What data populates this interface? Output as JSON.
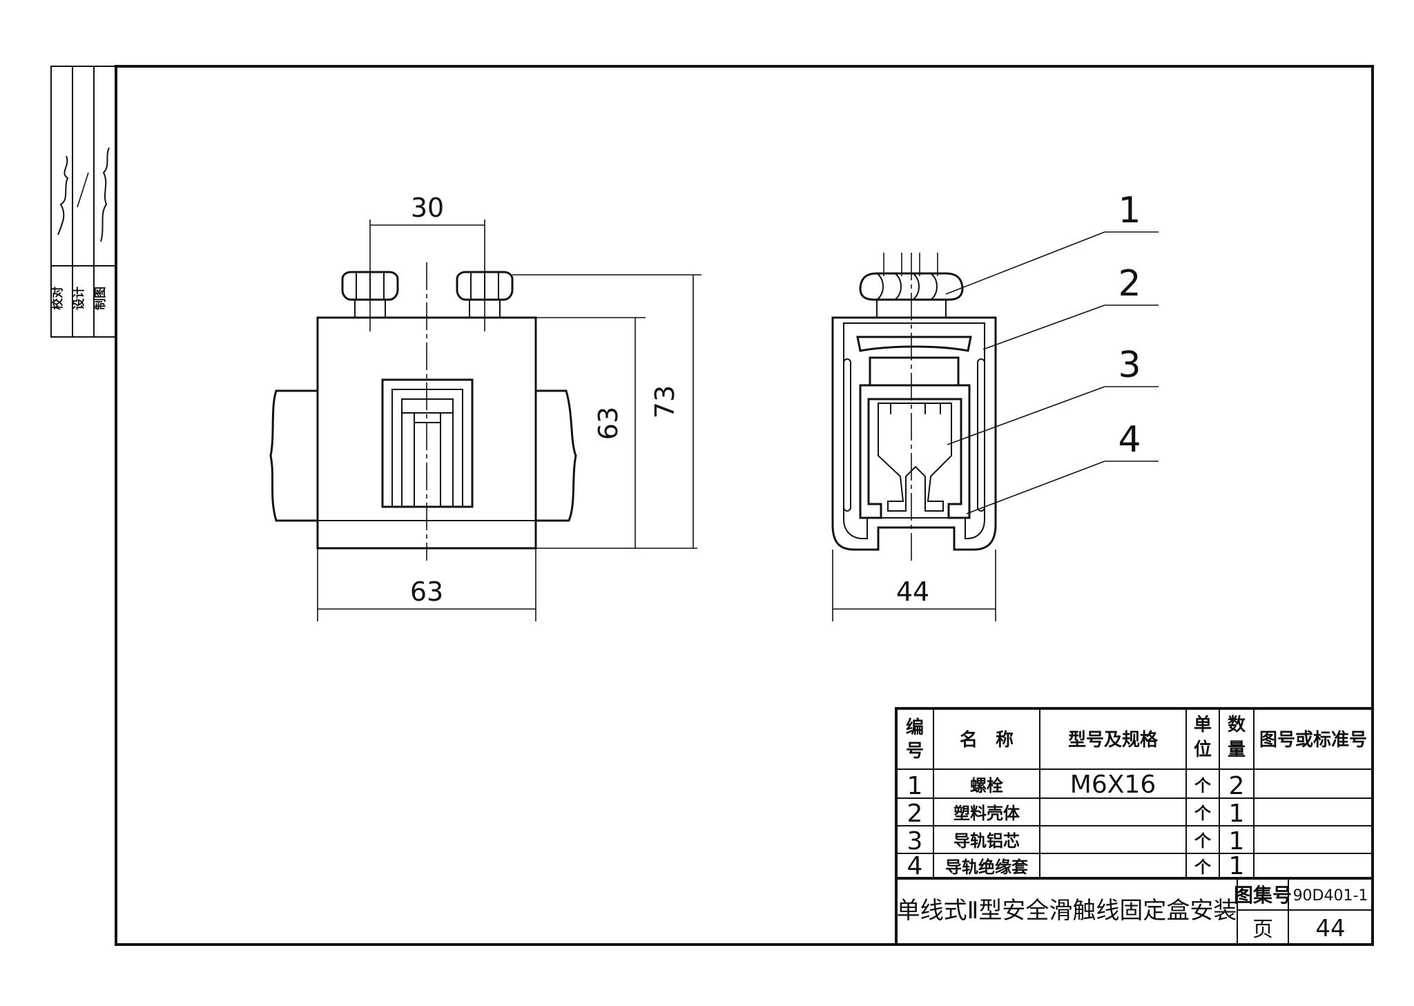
{
  "side_panel": {
    "labels": [
      "校对",
      "设计",
      "制图"
    ]
  },
  "drawing": {
    "front_view": {
      "dim_bolt_spacing": "30",
      "dim_width": "63",
      "dim_body_height": "63",
      "dim_total_height": "73"
    },
    "side_view": {
      "dim_width": "44",
      "callouts": [
        "1",
        "2",
        "3",
        "4"
      ]
    }
  },
  "parts_table": {
    "headers": {
      "no": "编号",
      "name": "名　称",
      "spec": "型号及规格",
      "unit": "单位",
      "qty": "数量",
      "standard": "图号或标准号"
    },
    "rows": [
      {
        "no": "1",
        "name": "螺栓",
        "spec": "M6X16",
        "unit": "个",
        "qty": "2",
        "standard": ""
      },
      {
        "no": "2",
        "name": "塑料壳体",
        "spec": "",
        "unit": "个",
        "qty": "1",
        "standard": ""
      },
      {
        "no": "3",
        "name": "导轨铝芯",
        "spec": "",
        "unit": "个",
        "qty": "1",
        "standard": ""
      },
      {
        "no": "4",
        "name": "导轨绝缘套",
        "spec": "",
        "unit": "个",
        "qty": "1",
        "standard": ""
      }
    ]
  },
  "title_block": {
    "title": "单线式Ⅱ型安全滑触线固定盒安装",
    "atlas_label": "图集号",
    "atlas_no": "90D401-1",
    "page_label": "页",
    "page_no": "44"
  }
}
